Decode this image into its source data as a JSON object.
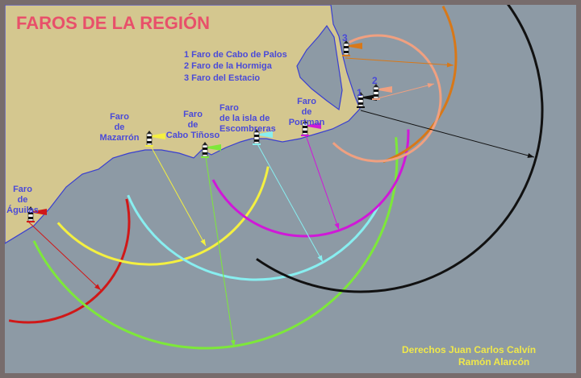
{
  "title": "FAROS DE LA REGIÓN",
  "legend": [
    "1 Faro de Cabo de Palos",
    "2 Faro de la Hormiga",
    "3 Faro del Estacio"
  ],
  "numbers": {
    "palos": "1",
    "hormiga": "2",
    "estacio": "3"
  },
  "labels": {
    "aguilas": [
      "Faro",
      "de",
      "Águilas"
    ],
    "mazarron": [
      "Faro",
      "de",
      "Mazarrón"
    ],
    "tinoso": [
      "Faro",
      "de",
      "Cabo Tiñoso"
    ],
    "escombreras": [
      "Faro",
      "de la isla de",
      "Escombreras"
    ],
    "portman": [
      "Faro",
      "de",
      "Portman"
    ]
  },
  "credits": [
    "Derechos Juan Carlos Calvín",
    "Ramón Alarcón"
  ],
  "colors": {
    "land": "#d4c78f",
    "sea": "#8d9aa5",
    "coast": "#3a3fd0",
    "aguilas": "#d01818",
    "tinoso": "#7de83a",
    "mazarron": "#f4f040",
    "escombreras": "#88eef0",
    "portman": "#d018d8",
    "palos": "#111111",
    "estacio": "#d87818",
    "hormiga": "#f0a080"
  }
}
